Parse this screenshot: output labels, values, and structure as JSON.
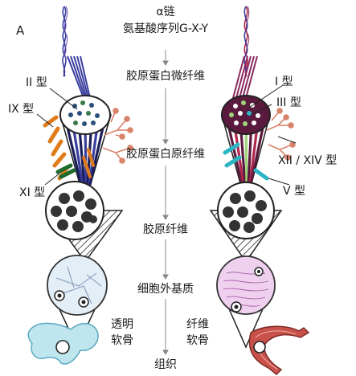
{
  "panel_label": "A",
  "alpha_chain": {
    "line1": "α链",
    "line2": "氨基酸序列G-X-Y"
  },
  "stages": {
    "microfibril": "胶原蛋白微纤维",
    "fibril": "胶原蛋白原纤维",
    "fiber": "胶原纤维",
    "ecm": "细胞外基质",
    "tissue": "组织"
  },
  "left_types": {
    "type_ii": "II 型",
    "type_ix": "IX 型",
    "type_xi": "XI 型"
  },
  "right_types": {
    "type_i": "I 型",
    "type_iii": "III 型",
    "type_xii_xiv": "XII / XIV 型",
    "type_v": "V 型"
  },
  "tissues": {
    "hyaline_line1": "透明",
    "hyaline_line2": "软骨",
    "fibro_line1": "纤维",
    "fibro_line2": "软骨"
  },
  "colors": {
    "left_strand": "#3a3f9e",
    "right_strand": "#b0284e",
    "type_ix": "#e07b1a",
    "type_xi": "#1f6b2e",
    "type_xii": "#d9836b",
    "type_v": "#2bb5c4",
    "hyaline_ecm": "#e3eef7",
    "fibro_ecm": "#efd0ef",
    "hyaline_tissue": "#bfe6ef",
    "fibro_tissue": "#c8524a"
  }
}
